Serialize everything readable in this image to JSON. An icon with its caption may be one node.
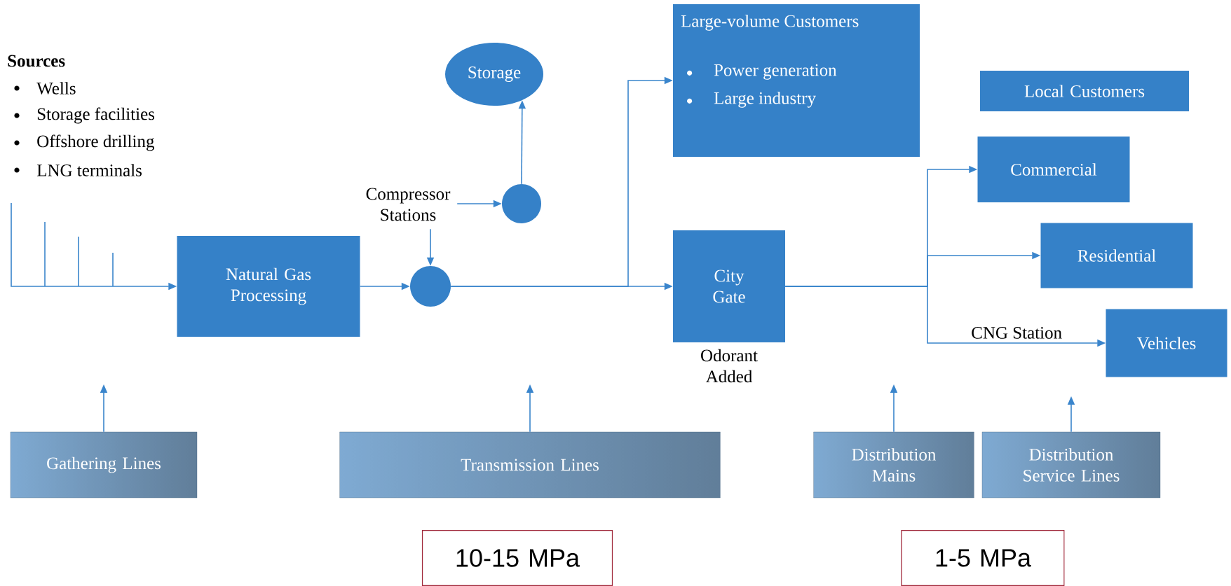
{
  "diagram": {
    "nodes": [
      {
        "text": [
          "Storage"
        ]
      },
      {
        "text": [
          "Large-volume Customers",
          "Power generation",
          "Large industry"
        ]
      },
      {
        "text": [
          "Local Customers"
        ]
      },
      {
        "text": [],
        "shape": "circle"
      },
      {
        "text": [
          "Compressor Stations"
        ]
      },
      {
        "text": [],
        "shape": "circle"
      },
      {
        "text": [
          "Natural Gas Processing"
        ]
      },
      {
        "text": [
          "City Gate"
        ],
        "beside": [
          "Odorant Added"
        ]
      },
      {
        "text": [
          "Commercial"
        ]
      },
      {
        "text": [
          "Residential"
        ]
      },
      {
        "text": [
          "Vehicles"
        ]
      },
      {
        "text": [
          "Gathering Lines"
        ]
      },
      {
        "text": [
          "Transmission Lines"
        ]
      },
      {
        "text": [
          "Distribution Mains"
        ]
      },
      {
        "text": [
          "Distribution Service Lines"
        ]
      },
      {
        "text": [
          "10-15 MPa"
        ]
      },
      {
        "text": [
          "1-5 MPa"
        ]
      }
    ],
    "edges": [
      {
        "from": null,
        "to": 6,
        "arrow": "to"
      },
      {
        "from": 6,
        "to": 5,
        "arrow": "to"
      },
      {
        "from": 4,
        "to": 5,
        "arrow": "to"
      },
      {
        "from": 4,
        "to": 3,
        "arrow": "to"
      },
      {
        "from": 3,
        "to": 0,
        "arrow": "to"
      },
      {
        "from": 5,
        "to": 7,
        "arrow": "to"
      },
      {
        "from": 5,
        "to": 1,
        "arrow": "to"
      },
      {
        "from": 7,
        "to": 8,
        "arrow": "to"
      },
      {
        "from": 7,
        "to": 9,
        "arrow": "to"
      },
      {
        "from": 7,
        "to": 10,
        "arrow": "to",
        "label": "CNG Station"
      },
      {
        "from": 11,
        "to": null,
        "arrow": "to"
      },
      {
        "from": 12,
        "to": null,
        "arrow": "to"
      },
      {
        "from": 13,
        "to": null,
        "arrow": "to"
      },
      {
        "from": 14,
        "to": null,
        "arrow": "to"
      }
    ],
    "labels": [
      "Sources",
      "Wells",
      "Storage facilities",
      "Offshore drilling",
      "LNG terminals"
    ]
  }
}
